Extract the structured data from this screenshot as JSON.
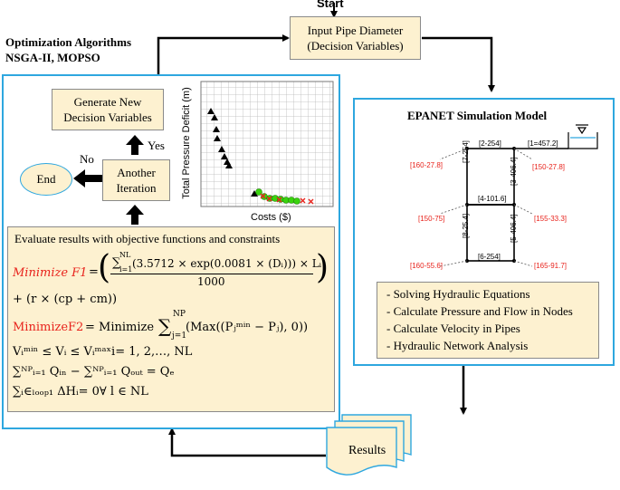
{
  "start_label": "Start",
  "opt_title_1": "Optimization Algorithms",
  "opt_title_2": "NSGA-II, MOPSO",
  "input_box": {
    "line1": "Input Pipe Diameter",
    "line2": "(Decision Variables)"
  },
  "gen_box": {
    "line1": "Generate New",
    "line2": "Decision Variables"
  },
  "yes_label": "Yes",
  "no_label": "No",
  "end_label": "End",
  "iter_box": {
    "line1": "Another",
    "line2": "Iteration"
  },
  "plot": {
    "ylabel": "Total Pressure Deficit (m)",
    "xlabel": "Costs ($)"
  },
  "epanet": {
    "title": "EPANET Simulation Model",
    "pipes": [
      "[2-254]",
      "[1=457.2]",
      "[7-254]",
      "[3-406.4]",
      "[4-101.6]",
      "[8-25.4]",
      "[5-406.4]",
      "[6-254]"
    ],
    "nodes": [
      "[160-27.8]",
      "[150-27.8]",
      "[150-75]",
      "[155-33.3]",
      "[160-55.6]",
      "[165-91.7]"
    ],
    "bullets": [
      "- Solving Hydraulic Equations",
      "- Calculate Pressure and Flow in Nodes",
      "- Calculate Velocity in Pipes",
      "- Hydraulic Network Analysis"
    ]
  },
  "eval": {
    "heading": "Evaluate results with objective functions and constraints",
    "f1_label": "Minimize F1",
    "f1_sum_top": "NL",
    "f1_sum_bottom": "i=1",
    "f1_numerator": "(3.5712 × exp(0.0081 × (Dᵢ))) × Lᵢ",
    "f1_denominator": "1000",
    "f1_penalty": "+ (r × (cp + cm))",
    "f2_label": "MinimizeF2",
    "f2_expr": "= Minimize",
    "f2_sum_top": "NP",
    "f2_sum_bottom": "j=1",
    "f2_body": "(Max((Pⱼᵐⁱⁿ − Pⱼ), 0))",
    "c1": "Vᵢᵐⁱⁿ ≤ Vᵢ ≤ Vᵢᵐᵃˣi= 1, 2,…, NL",
    "c2": "∑ᴺᴾᵢ₌₁ Qᵢₙ − ∑ᴺᴾᵢ₌₁ Qₒᵤₜ = Qₑ",
    "c3": "∑ᵢ∈ₗₒₒₚ₁ ΔHᵢ= 0∀ l ∈ NL"
  },
  "results_label": "Results"
}
